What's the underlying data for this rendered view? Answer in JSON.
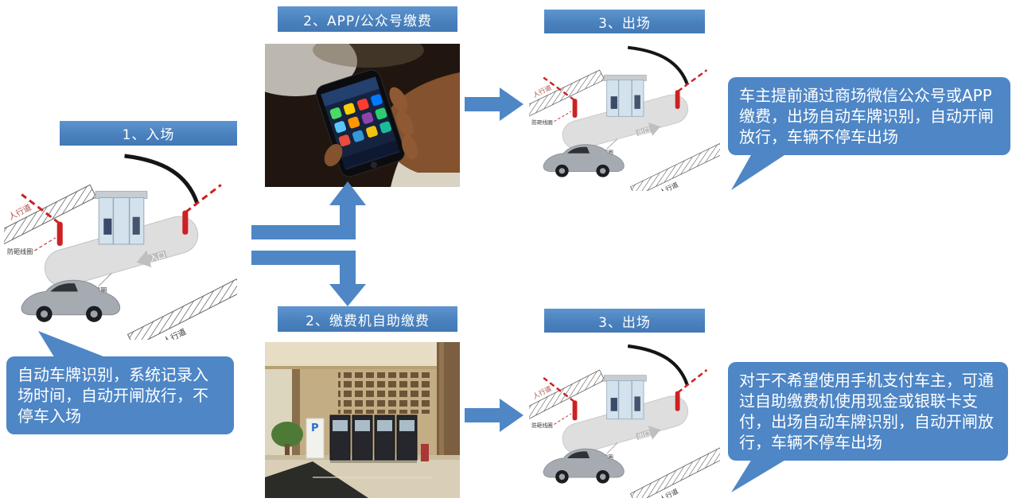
{
  "colors": {
    "accent_blue": "#4e86c6",
    "header_text": "#ffffff",
    "barrier_red": "#cc2222"
  },
  "headers": {
    "entry": "1、入场",
    "app_pay": "2、APP/公众号缴费",
    "exit_top": "3、出场",
    "kiosk_pay": "2、缴费机自助缴费",
    "exit_bottom": "3、出场"
  },
  "callouts": {
    "entry": "自动车牌识别，系统记录入场时间，自动开闸放行，不停车入场",
    "app_exit": "车主提前通过商场微信公众号或APP缴费，出场自动车牌识别，自动开闸放行，车辆不停车出场",
    "kiosk_exit": "对于不希望使用手机支付车主，可通过自助缴费机使用现金或银联卡支付，出场自动车牌识别，自动开闸放行，车辆不停车出场"
  },
  "gate": {
    "pedestrian": "人行道",
    "anti_smash_coil": "防砸线圈",
    "ground_coil": "地感线圈",
    "entry_label": "入口",
    "exit_label": "出口"
  },
  "kiosk": {
    "p_sign": "P"
  }
}
